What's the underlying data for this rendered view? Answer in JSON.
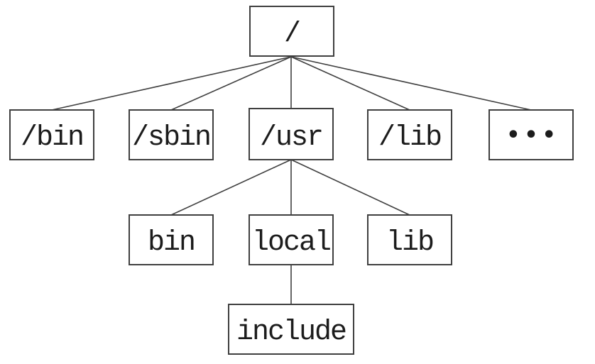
{
  "diagram": {
    "type": "tree",
    "description": "Linux filesystem hierarchy tree",
    "root": {
      "label": "/"
    },
    "level1": [
      {
        "label": "/bin"
      },
      {
        "label": "/sbin"
      },
      {
        "label": "/usr"
      },
      {
        "label": "/lib"
      },
      {
        "label": "•••"
      }
    ],
    "level2": [
      {
        "label": "bin"
      },
      {
        "label": "local"
      },
      {
        "label": "lib"
      }
    ],
    "level3": [
      {
        "label": "include"
      }
    ],
    "colors": {
      "background": "#ffffff",
      "box_border": "#3f3f3f",
      "edge_line": "#3f3f3f",
      "text": "#1c1c1c"
    }
  }
}
